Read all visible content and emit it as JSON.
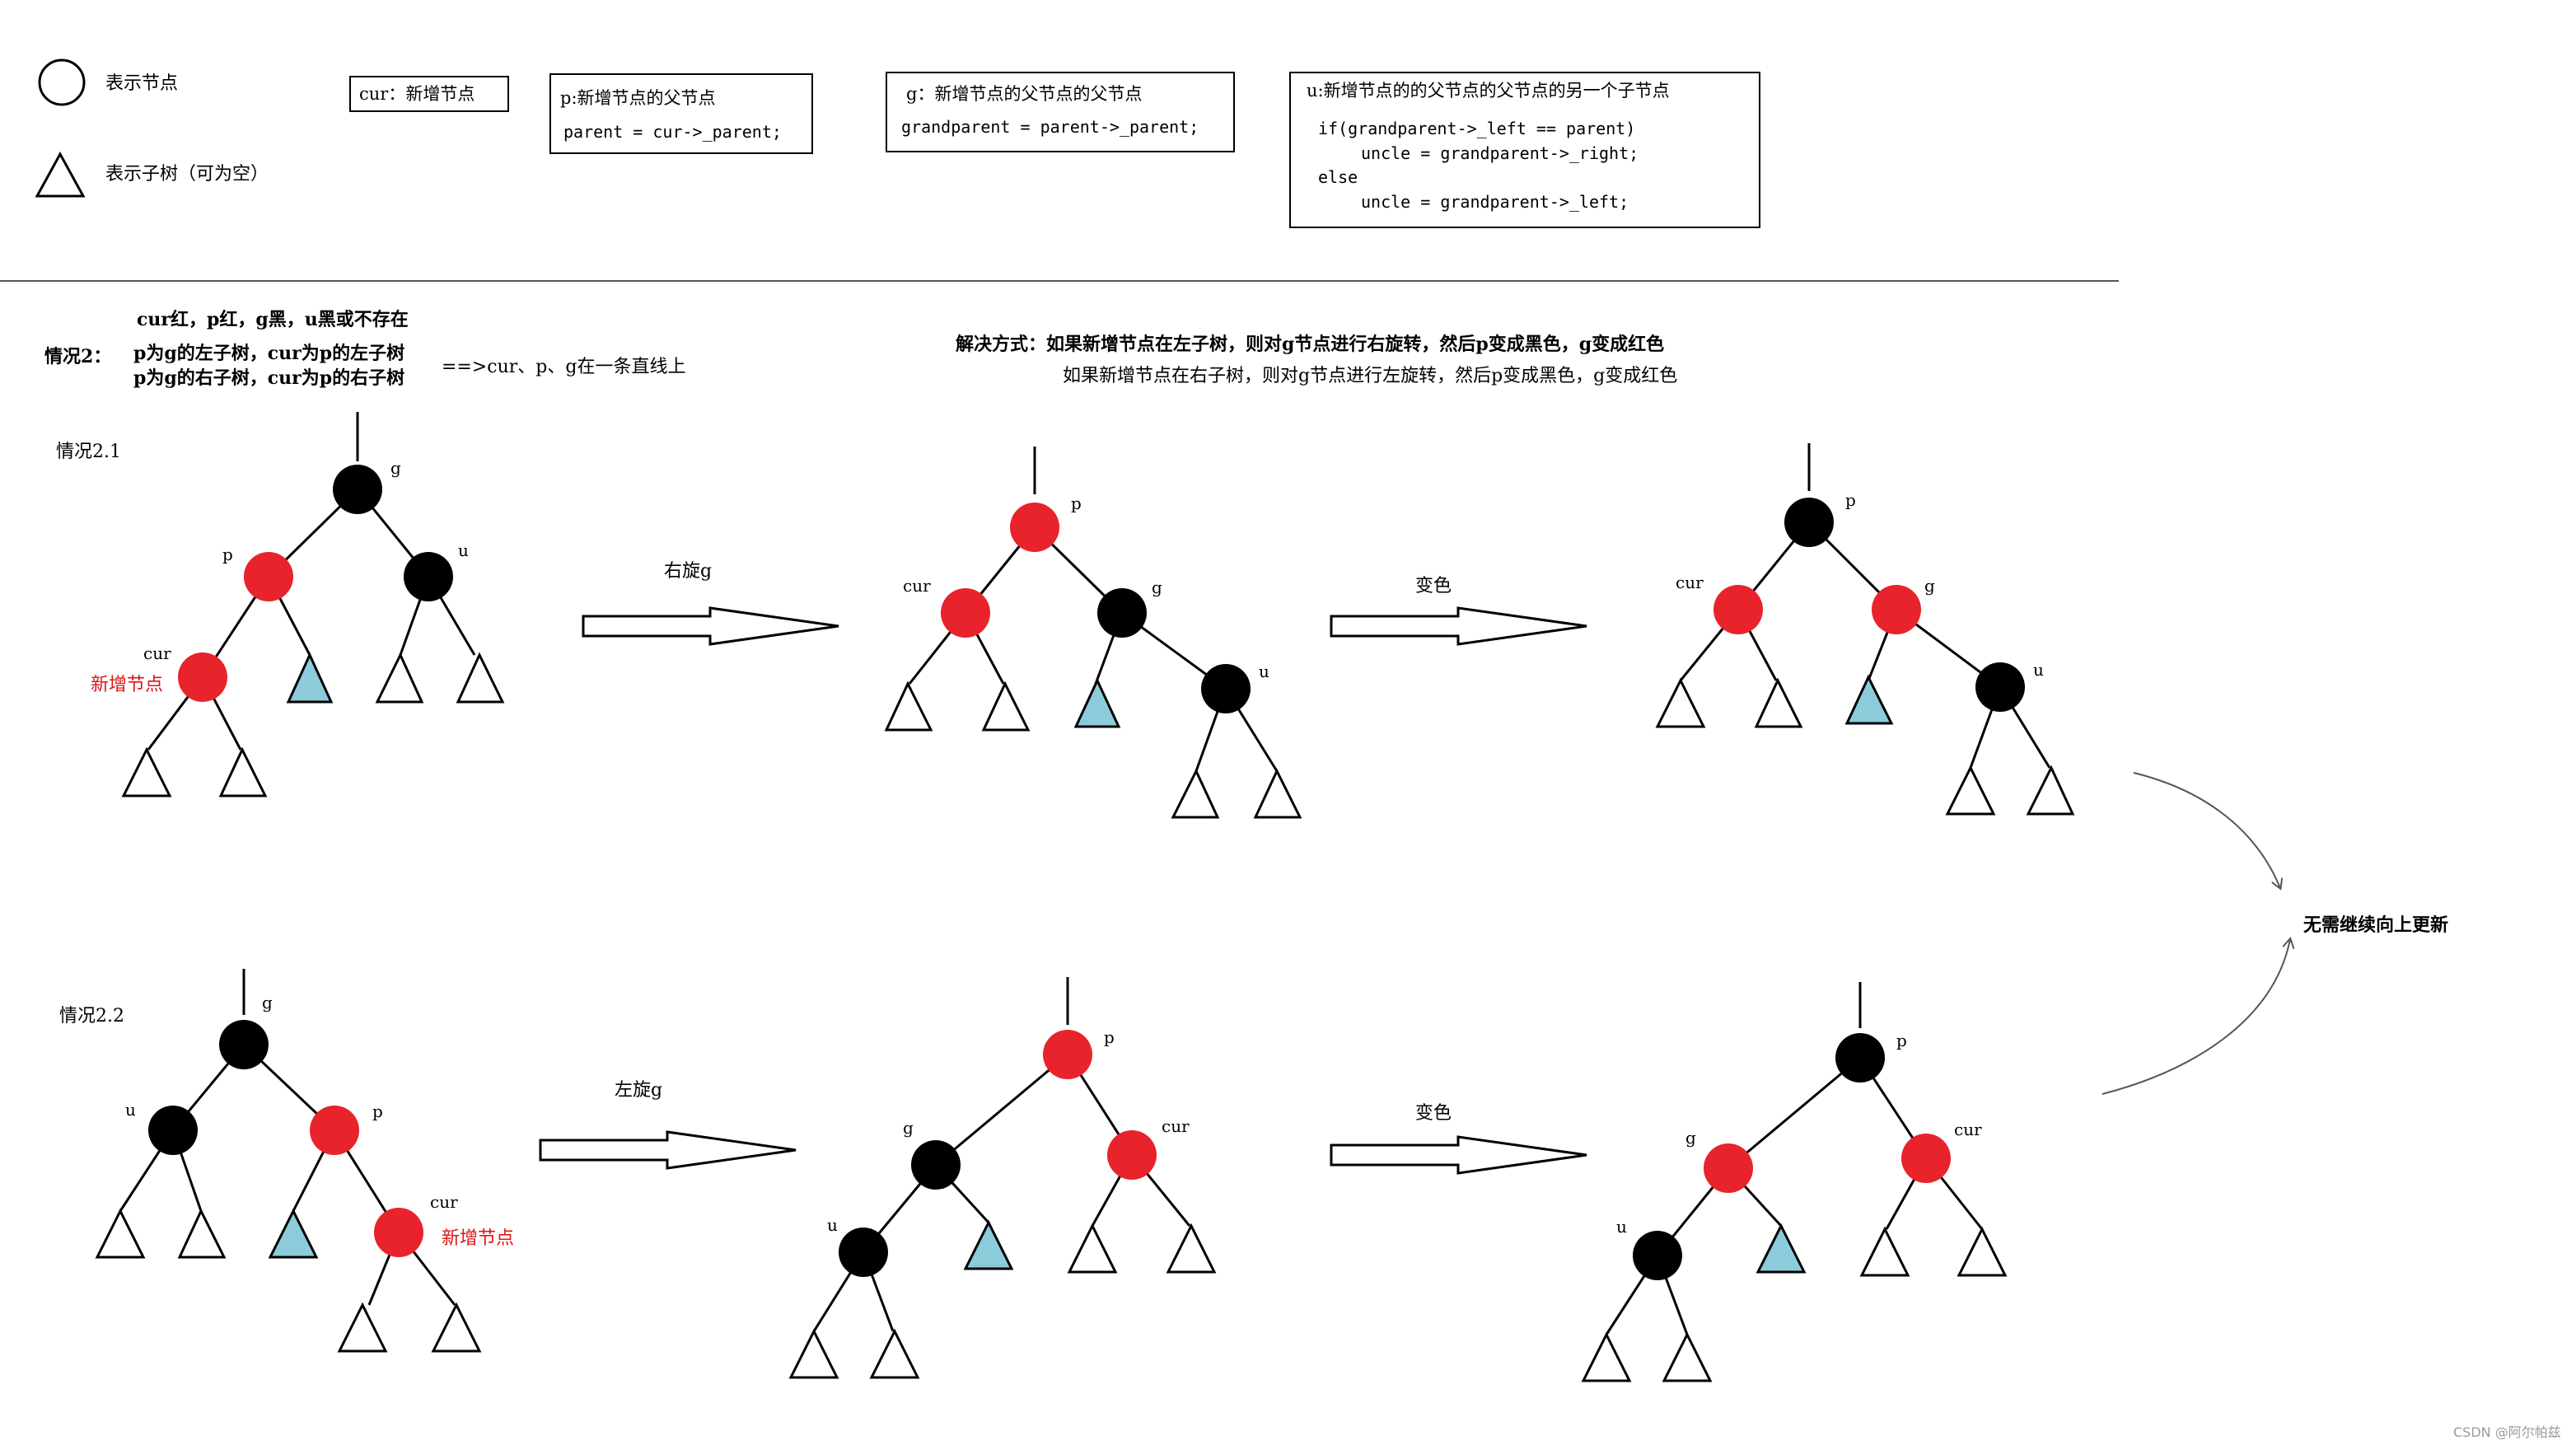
{
  "legend": {
    "circle_label": "表示节点",
    "triangle_label": "表示子树（可为空）"
  },
  "info_boxes": {
    "cur": {
      "line1": "cur：新增节点"
    },
    "p": {
      "line1": "p:新增节点的父节点",
      "line2": "parent = cur->_parent;"
    },
    "g": {
      "line1": "g：新增节点的父节点的父节点",
      "line2": "grandparent = parent->_parent;"
    },
    "u": {
      "line1": "u:新增节点的的父节点的父节点的另一个子节点",
      "line2": "if(grandparent->_left == parent)",
      "line3": "uncle = grandparent->_right;",
      "line4": "else",
      "line5": "uncle = grandparent->_left;"
    }
  },
  "case": {
    "condition_line": "cur红，p红，g黑，u黑或不存在",
    "label": "情况2：",
    "sub_line1": "p为g的左子树，cur为p的左子树",
    "sub_line2": "p为g的右子树，cur为p的右子树",
    "conclusion": "==>cur、p、g在一条直线上"
  },
  "solution": {
    "line1": "解决方式：如果新增节点在左子树，则对g节点进行右旋转，然后p变成黑色，g变成红色",
    "line2": "如果新增节点在右子树，则对g节点进行左旋转，然后p变成黑色，g变成红色"
  },
  "case_2_1": {
    "title": "情况2.1",
    "step1_label": "右旋g",
    "step2_label": "变色",
    "new_node_label": "新增节点"
  },
  "case_2_2": {
    "title": "情况2.2",
    "step1_label": "左旋g",
    "step2_label": "变色",
    "new_node_label": "新增节点"
  },
  "node_names": {
    "g": "g",
    "p": "p",
    "u": "u",
    "cur": "cur"
  },
  "result": "无需继续向上更新",
  "watermark": "CSDN @阿尔帕兹",
  "colors": {
    "red_node": "#e8232b",
    "black_node": "#000000",
    "subtree_highlight": "#8ccbda",
    "red_text": "#e01414"
  }
}
